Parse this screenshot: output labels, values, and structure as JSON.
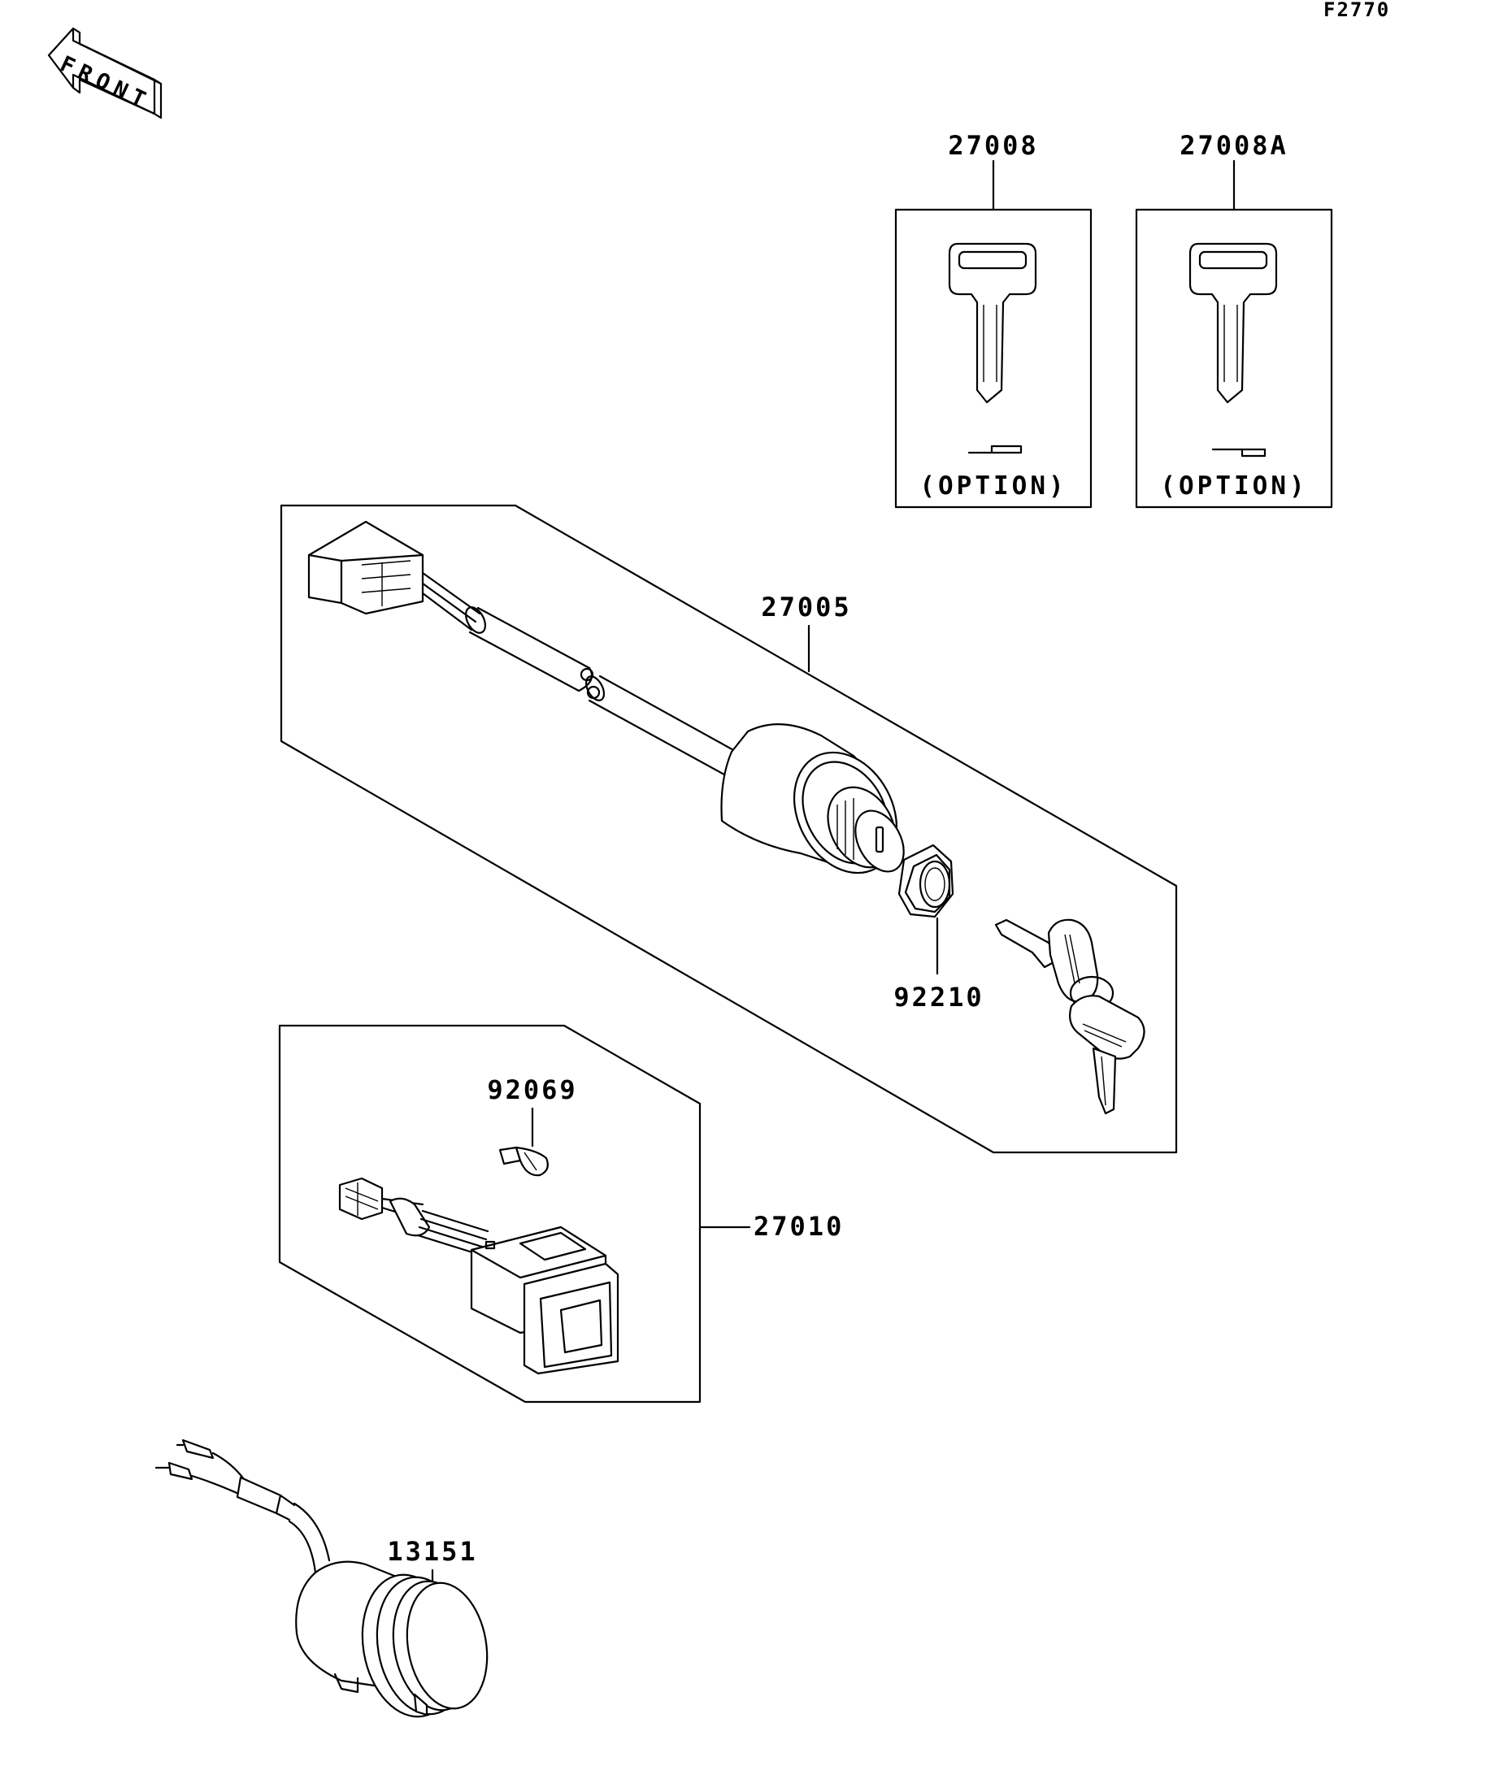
{
  "figure_code": "F2770",
  "orientation": {
    "label": "FRONT",
    "icon": "front-direction-arrow-icon"
  },
  "option_boxes": [
    {
      "part_number": "27008",
      "note": "(OPTION)"
    },
    {
      "part_number": "27008A",
      "note": "(OPTION)"
    }
  ],
  "parts": {
    "ignition_switch": "27005",
    "nut": "92210",
    "switch_assy": "27010",
    "bulb": "92069",
    "horn_lamp": "13151"
  }
}
